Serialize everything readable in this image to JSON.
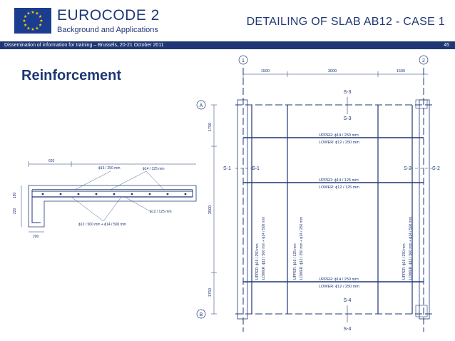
{
  "header": {
    "title": "EUROCODE 2",
    "subtitle": "Background and Applications",
    "slide_title": "DETAILING OF SLAB AB12 - CASE 1"
  },
  "band": {
    "text": "Dissemination of information for training – Brussels, 20-21 October 2011",
    "page": "45"
  },
  "section_heading": "Reinforcement",
  "colors": {
    "brand": "#1f3775",
    "flag": "#1a3d8f",
    "stars": "#ffd100"
  },
  "section_drawing": {
    "width_label": "620",
    "top_bar_label": "ϕ16 / 250 mm",
    "top_bar2_label": "ϕ14 / 125 mm",
    "bottom_bar_label": "ϕ12 / 125 mm",
    "bottom_note": "ϕ12 / 500 mm + ϕ14 / 500 mm",
    "dim_180": "180",
    "dim_220": "220",
    "dim_200": "200"
  },
  "plan": {
    "grid_1": "1",
    "grid_2": "2",
    "grid_A": "A",
    "grid_B": "B",
    "span_left": "1500",
    "span_mid": "3000",
    "span_right": "1500",
    "dim_1750_top": "1750",
    "dim_3500": "3500",
    "dim_1750_bottom": "1750",
    "s3_top": "S-3",
    "s3_bottom": "S-3",
    "s1_left": "S-1",
    "s1_right": "S-1",
    "s2_left": "S-2",
    "s2_right": "S-2",
    "s4_top": "S-4",
    "s4_bottom": "S-4",
    "band1_upper": "UPPER: ϕ14 / 250 mm",
    "band1_lower": "LOWER: ϕ12 / 250 mm",
    "band2_upper": "UPPER: ϕ14 / 125 mm",
    "band2_lower": "LOWER: ϕ12 / 125 mm",
    "band3_upper": "UPPER: ϕ14 / 250 mm",
    "band3_lower": "LOWER: ϕ12 / 250 mm",
    "v1_upper": "UPPER: ϕ16 / 250 mm",
    "v1_lower": "LOWER: ϕ12 / 500 mm + ϕ14 / 500 mm",
    "v2_upper": "UPPER: ϕ16 / 125 mm",
    "v2_lower": "LOWER: ϕ12 / 250 mm + ϕ14 / 250 mm",
    "v3_upper": "UPPER: ϕ16 / 250 mm",
    "v3_lower": "LOWER: ϕ12 / 500 mm + ϕ14 / 500 mm"
  }
}
